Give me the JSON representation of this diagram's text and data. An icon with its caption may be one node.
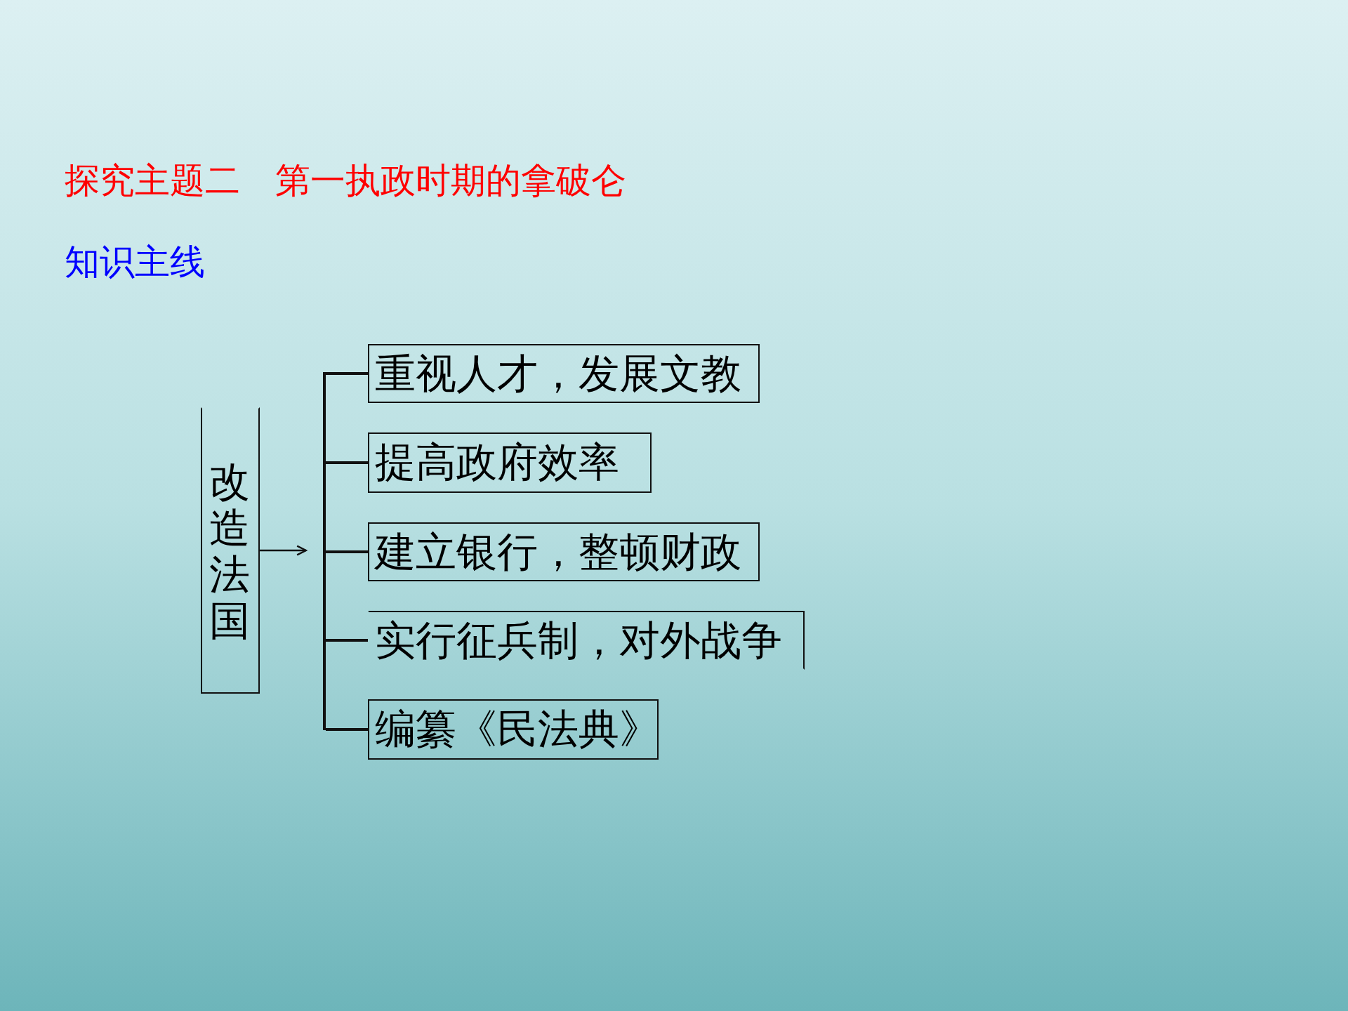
{
  "diagram": {
    "title": "探究主题二　第一执政时期的拿破仑",
    "nodes": [
      {
        "text": [
          "改造法国"
        ]
      },
      {
        "text": [],
        "shape": "bar"
      },
      {
        "text": [
          "重视人才，发展文教"
        ]
      },
      {
        "text": [
          "提高政府效率"
        ]
      },
      {
        "text": [
          "建立银行，整顿财政"
        ]
      },
      {
        "text": [
          "实行征兵制，对外战争"
        ]
      },
      {
        "text": [
          "编纂《民法典》"
        ]
      }
    ],
    "edges": [
      {
        "from": 0,
        "to": 1,
        "arrow": "to"
      },
      {
        "from": 1,
        "to": 2,
        "arrow": "none"
      },
      {
        "from": 1,
        "to": 3,
        "arrow": "none"
      },
      {
        "from": 1,
        "to": 4,
        "arrow": "none"
      },
      {
        "from": 1,
        "to": 5,
        "arrow": "none"
      },
      {
        "from": 1,
        "to": 6,
        "arrow": "none"
      }
    ],
    "labels": [
      "知识主线"
    ]
  }
}
